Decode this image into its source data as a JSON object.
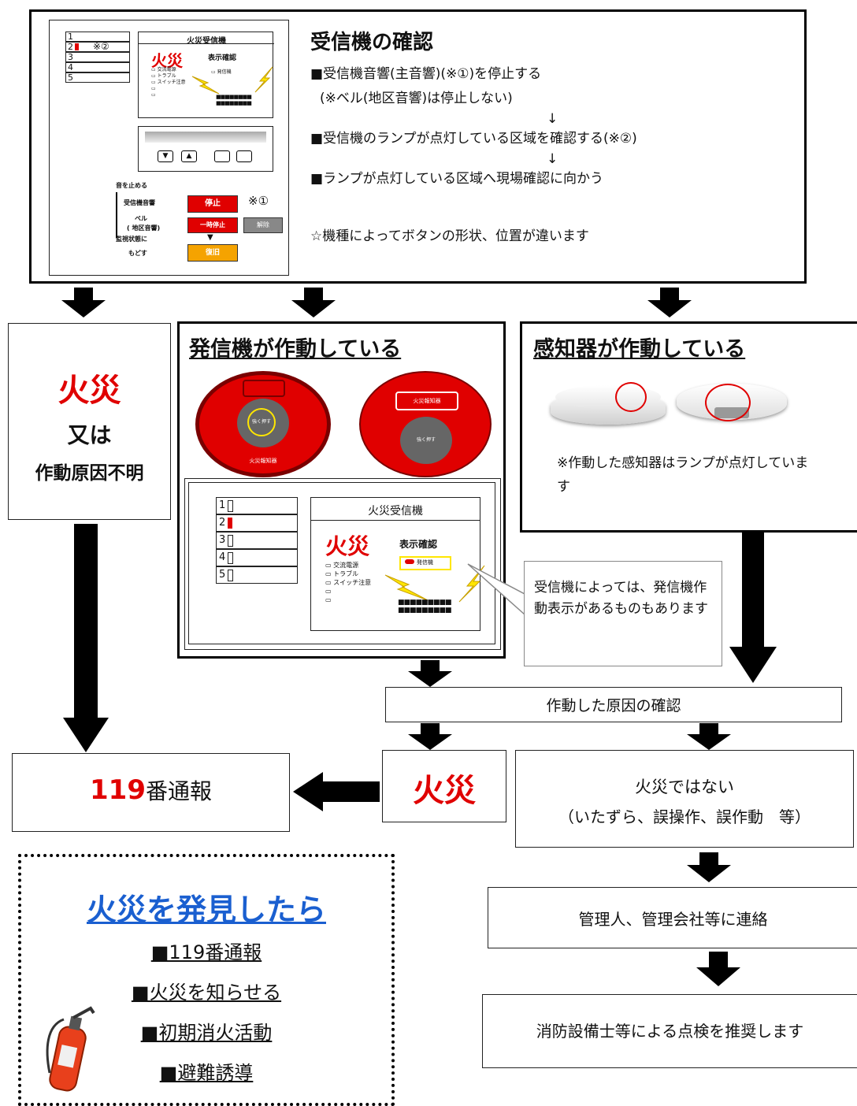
{
  "top": {
    "title": "受信機の確認",
    "steps": [
      "■受信機音響(主音響)(※①)を停止する",
      "(※ベル(地区音響)は停止しない)",
      "↓",
      "■受信機のランプが点灯している区域を確認する(※②)",
      "↓",
      "■ランプが点灯している区域へ現場確認に向かう"
    ],
    "note": "☆機種によってボタンの形状、位置が違います",
    "panel": {
      "zones": [
        "1",
        "2",
        "3",
        "4",
        "5"
      ],
      "zone2_note": "※②",
      "receiver_title": "火災受信機",
      "fire": "火災",
      "display_check": "表示確認",
      "ind1": "交流電源",
      "ind2": "トラブル",
      "ind3": "スイッチ注意",
      "ind_right": "発信機",
      "legend_stop": "音を止める",
      "legend_main": "受信機音響",
      "legend_bell": "ベル",
      "legend_bell2": "( 地区音響)",
      "legend_return1": "監視状態に",
      "legend_return2": "もどす",
      "btn_stop": "停止",
      "btn_temp": "一時停止",
      "btn_release": "解除",
      "btn_restore": "復旧",
      "note1": "※①"
    }
  },
  "left_box": {
    "fire": "火災",
    "or": "又は",
    "unknown": "作動原因不明"
  },
  "transmitter": {
    "title": "発信機が作動している",
    "push1": "強く押す",
    "push2": "強く押す",
    "label1": "火災報知器",
    "label2": "火災報知器",
    "receiver_title": "火災受信機",
    "zones": [
      "1",
      "2",
      "3",
      "4",
      "5"
    ],
    "fire": "火災",
    "display_check": "表示確認",
    "ind1": "交流電源",
    "ind2": "トラブル",
    "ind3": "スイッチ注意",
    "ind_right": "発信機"
  },
  "callout": "受信機によっては、発信機作動表示があるものもあります",
  "detector": {
    "title": "感知器が作動している",
    "note": "※作動した感知器はランプが点灯しています"
  },
  "confirm_cause": "作動した原因の確認",
  "call119": {
    "num": "119",
    "text": "番通報"
  },
  "fire_result": "火災",
  "not_fire": {
    "line1": "火災ではない",
    "line2": "（いたずら、誤操作、誤作動　等）"
  },
  "contact": "管理人、管理会社等に連絡",
  "inspection": "消防設備士等による点検を推奨します",
  "discover": {
    "title": "火災を発見したら",
    "items": [
      "■119番通報",
      "■火災を知らせる",
      "■初期消火活動",
      "■避難誘導"
    ]
  },
  "colors": {
    "red": "#e00000",
    "link_blue": "#1a5fd0",
    "orange": "#f5a300",
    "lamp_yellow": "#ffe600"
  }
}
